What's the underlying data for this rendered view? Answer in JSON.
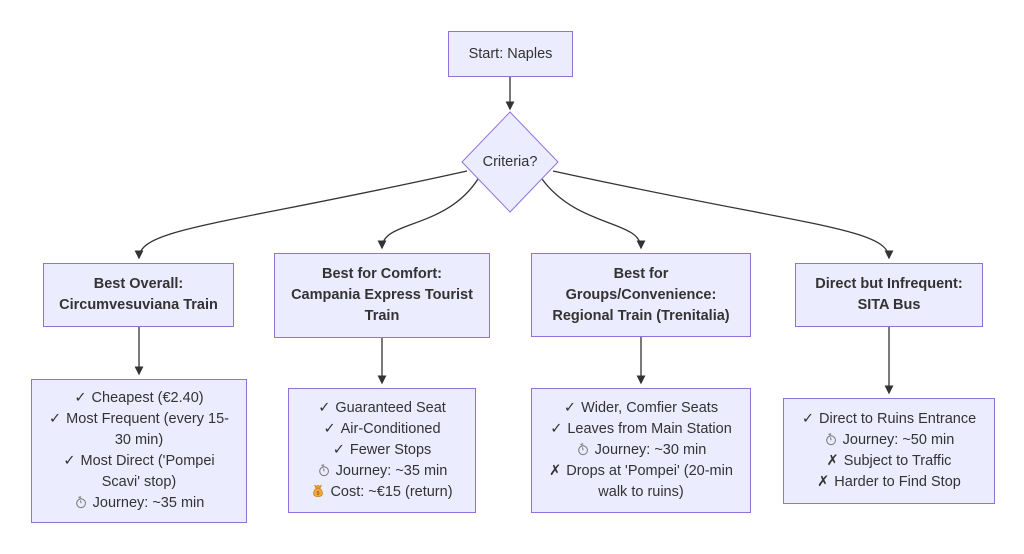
{
  "colors": {
    "node_fill": "#ECECFF",
    "node_border": "#9370DB",
    "edge": "#333333",
    "text": "#333333",
    "stopwatch_icon": "#7d7d7d",
    "moneybag_icon": "#F5A83B"
  },
  "flowchart": {
    "start": {
      "label": "Start: Naples"
    },
    "decision": {
      "label": "Criteria?"
    },
    "options": [
      {
        "title_lines": [
          "Best Overall:",
          "Circumvesuviana Train"
        ],
        "details": [
          {
            "icon": "check",
            "text": "Cheapest (€2.40)"
          },
          {
            "icon": "check",
            "text": "Most Frequent (every 15-30 min)"
          },
          {
            "icon": "check",
            "text": "Most Direct ('Pompei Scavi' stop)"
          },
          {
            "icon": "stopwatch",
            "text": "Journey: ~35 min"
          }
        ]
      },
      {
        "title_lines": [
          "Best for Comfort:",
          "Campania Express Tourist",
          "Train"
        ],
        "details": [
          {
            "icon": "check",
            "text": "Guaranteed Seat"
          },
          {
            "icon": "check",
            "text": "Air-Conditioned"
          },
          {
            "icon": "check",
            "text": "Fewer Stops"
          },
          {
            "icon": "stopwatch",
            "text": "Journey: ~35 min"
          },
          {
            "icon": "moneybag",
            "text": "Cost: ~€15 (return)"
          }
        ]
      },
      {
        "title_lines": [
          "Best for",
          "Groups/Convenience:",
          "Regional Train (Trenitalia)"
        ],
        "details": [
          {
            "icon": "check",
            "text": "Wider, Comfier Seats"
          },
          {
            "icon": "check",
            "text": "Leaves from Main Station"
          },
          {
            "icon": "stopwatch",
            "text": "Journey: ~30 min"
          },
          {
            "icon": "cross",
            "text": "Drops at 'Pompei' (20-min walk to ruins)"
          }
        ]
      },
      {
        "title_lines": [
          "Direct but Infrequent:",
          "SITA Bus"
        ],
        "details": [
          {
            "icon": "check",
            "text": "Direct to Ruins Entrance"
          },
          {
            "icon": "stopwatch",
            "text": "Journey: ~50 min"
          },
          {
            "icon": "cross",
            "text": "Subject to Traffic"
          },
          {
            "icon": "cross",
            "text": "Harder to Find Stop"
          }
        ]
      }
    ]
  }
}
